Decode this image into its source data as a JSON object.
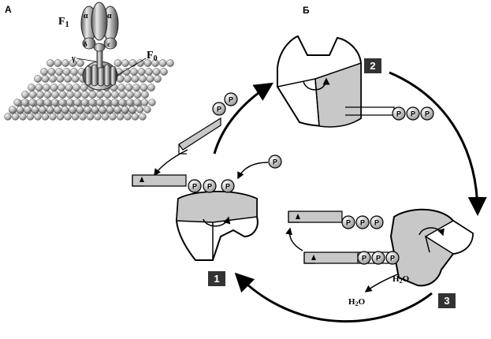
{
  "panel_a": {
    "label": "А",
    "f1_main": "F",
    "f1_sub": "1",
    "f0_main": "F",
    "f0_sub": "0",
    "alpha": "α",
    "delta": "δ",
    "epsilon": "ε",
    "gamma": "γ"
  },
  "panel_b": {
    "label": "Б",
    "phosphate": "P",
    "water_main": "H",
    "water_sub": "2",
    "water_end": "O",
    "badges": [
      "1",
      "2",
      "3"
    ]
  },
  "colors": {
    "ink": "#000000",
    "shade": "#c8c8c8",
    "protein": "#a8a8a8",
    "membrane": "#b0b0b0",
    "badge_bg": "#333333",
    "badge_text": "#ffffff"
  }
}
